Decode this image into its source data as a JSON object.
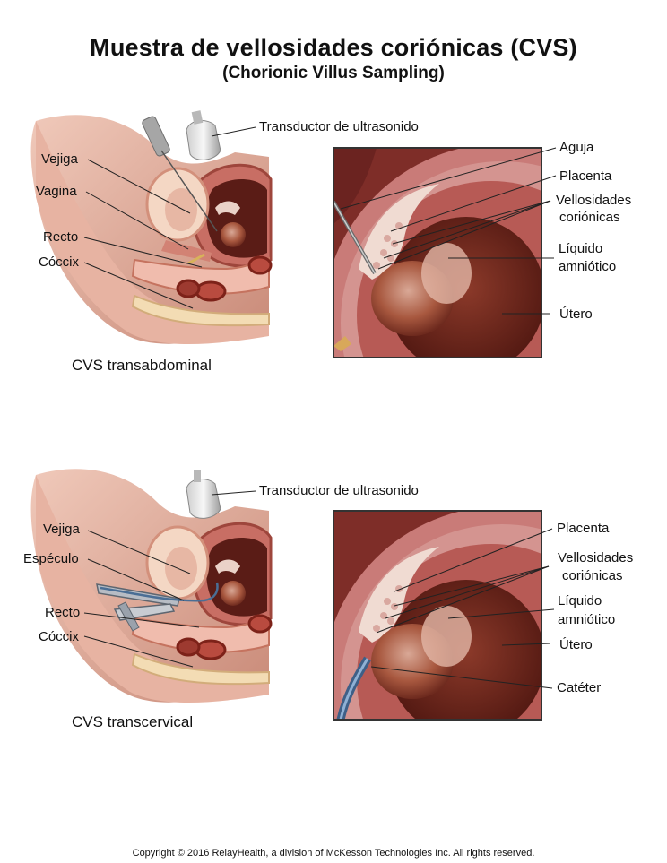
{
  "title": "Muestra de vellosidades coriónicas (CVS)",
  "subtitle": "(Chorionic Villus Sampling)",
  "top_panel": {
    "caption": "CVS transabdominal",
    "labels": {
      "transducer": "Transductor de ultrasonido",
      "bladder": "Vejiga",
      "vagina": "Vagina",
      "rectum": "Recto",
      "coccyx": "Cóccix",
      "needle": "Aguja",
      "placenta": "Placenta",
      "villi_1": "Vellosidades",
      "villi_2": "coriónicas",
      "fluid_1": "Líquido",
      "fluid_2": "amniótico",
      "uterus": "Útero"
    }
  },
  "bottom_panel": {
    "caption": "CVS transcervical",
    "labels": {
      "transducer": "Transductor de ultrasonido",
      "bladder": "Vejiga",
      "speculum": "Espéculo",
      "rectum": "Recto",
      "coccyx": "Cóccix",
      "placenta": "Placenta",
      "villi_1": "Vellosidades",
      "villi_2": "coriónicas",
      "fluid_1": "Líquido",
      "fluid_2": "amniótico",
      "uterus": "Útero",
      "catheter": "Catéter"
    }
  },
  "copyright": "Copyright © 2016 RelayHealth, a division of McKesson Technologies Inc. All rights reserved."
}
